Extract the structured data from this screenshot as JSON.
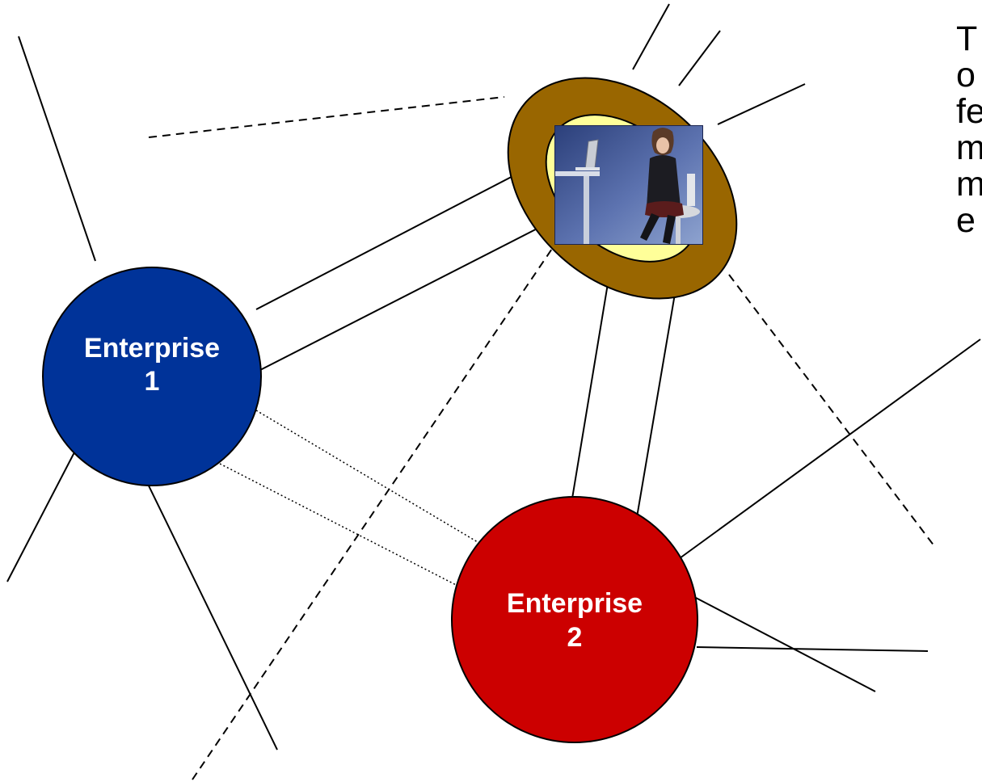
{
  "nodes": {
    "enterprise1": {
      "line1": "Enterprise",
      "line2": "1",
      "color": "#003399"
    },
    "enterprise2": {
      "line1": "Enterprise",
      "line2": "2",
      "color": "#cc0000"
    },
    "person": {
      "ring_color": "#996600",
      "inner_color": "#ffff99",
      "photo_desc": "woman seated beside a laptop"
    }
  },
  "side_text": {
    "lines": [
      "T",
      "o",
      "fe",
      "m",
      "m",
      "e"
    ]
  },
  "colors": {
    "line": "#000000",
    "background": "#ffffff"
  }
}
